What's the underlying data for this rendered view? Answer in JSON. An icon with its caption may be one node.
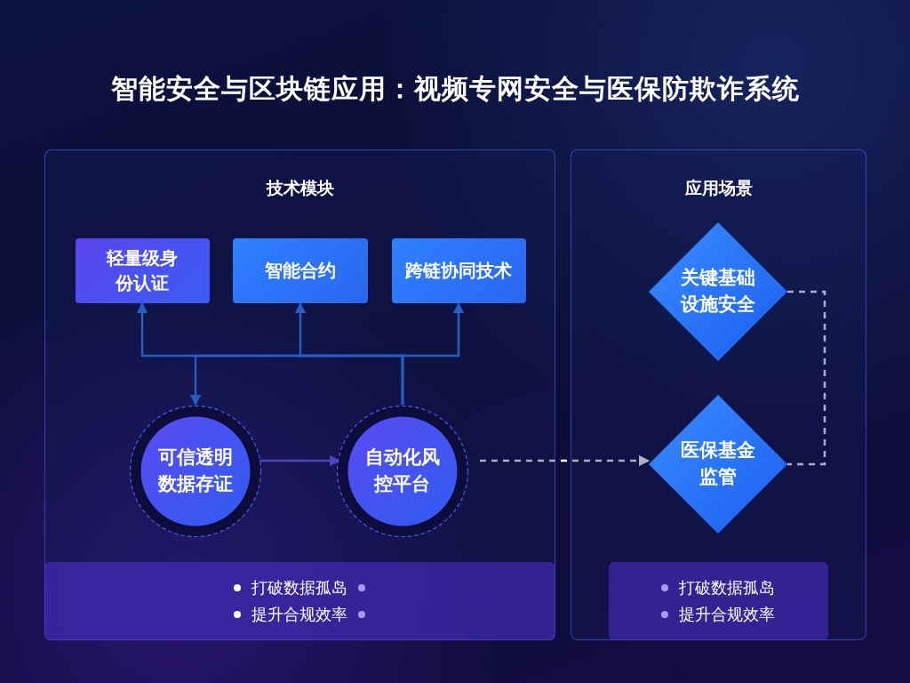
{
  "diagram": {
    "title": "智能安全与区块链应用：视频专网安全与医保防欺诈系统",
    "nodes": [
      {
        "text": [
          "技术模块"
        ]
      },
      {
        "text": [
          "轻量级身份认证"
        ],
        "in": 0
      },
      {
        "text": [
          "智能合约"
        ],
        "in": 0
      },
      {
        "text": [
          "跨链协同技术"
        ],
        "in": 0
      },
      {
        "text": [
          "可信透明数据存证"
        ],
        "in": 0
      },
      {
        "text": [
          "自动化风控平台"
        ],
        "in": 0
      },
      {
        "text": [
          "打破数据孤岛",
          "提升合规效率"
        ],
        "in": 0
      },
      {
        "text": [
          "应用场景"
        ]
      },
      {
        "text": [
          "关键基础设施安全"
        ],
        "in": 7
      },
      {
        "text": [
          "医保基金监管"
        ],
        "in": 7
      },
      {
        "text": [
          "打破数据孤岛",
          "提升合规效率"
        ],
        "in": 7
      }
    ],
    "edges": [
      {
        "from": 5,
        "to": 1,
        "arrow": "to"
      },
      {
        "from": 5,
        "to": 2,
        "arrow": "to"
      },
      {
        "from": 5,
        "to": 3,
        "arrow": "to"
      },
      {
        "from": 5,
        "to": 4,
        "arrow": "to"
      },
      {
        "from": 4,
        "to": 5,
        "arrow": "to",
        "color": "#6a5cf5"
      },
      {
        "from": 5,
        "to": 9,
        "arrow": "to",
        "style": "dashed",
        "color": "#ffffff"
      },
      {
        "from": 8,
        "to": 9,
        "arrow": "none",
        "style": "dashed",
        "color": "#ffffff"
      }
    ]
  }
}
